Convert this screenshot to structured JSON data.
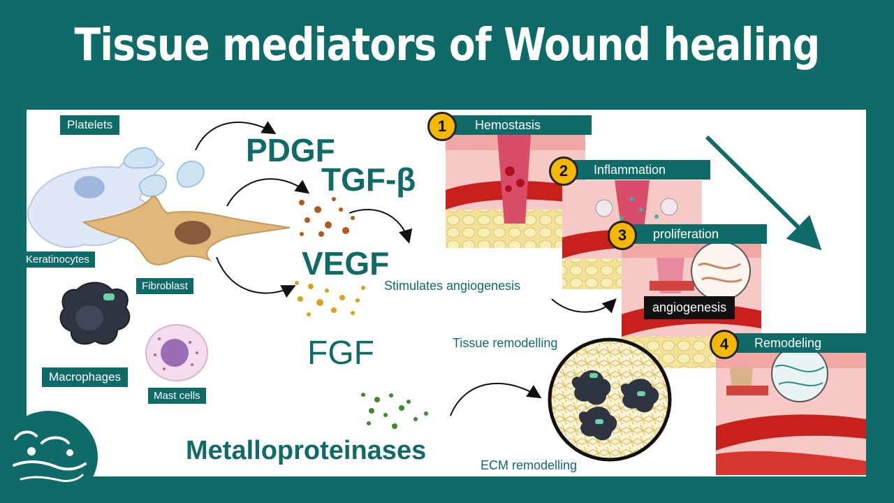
{
  "title": "Tissue mediators of Wound healing",
  "cells": {
    "platelets": "Platelets",
    "keratinocytes": "Keratinocytes",
    "fibroblast": "Fibroblast",
    "macrophages": "Macrophages",
    "mast_cells": "Mast cells"
  },
  "mediators": {
    "pdgf": "PDGF",
    "tgf": "TGF-β",
    "vegf": "VEGF",
    "fgf": "FGF",
    "mmp": "Metalloproteinases"
  },
  "captions": {
    "angiogenesis_stim": "Stimulates angiogenesis",
    "tissue_remodelling": "Tissue remodelling",
    "ecm_remodelling": "ECM remodelling",
    "angiogenesis": "angiogenesis"
  },
  "stages": [
    {
      "number": "1",
      "label": "Hemostasis"
    },
    {
      "number": "2",
      "label": "Inflammation"
    },
    {
      "number": "3",
      "label": "proliferation"
    },
    {
      "number": "4",
      "label": "Remodeling"
    }
  ],
  "colors": {
    "brand_teal": "#0e6b68",
    "badge_yellow": "#f5b800",
    "dermis_pink": "#f6c9c6",
    "vessel_red": "#c8201c",
    "fat_yellow": "#f3e39a"
  }
}
